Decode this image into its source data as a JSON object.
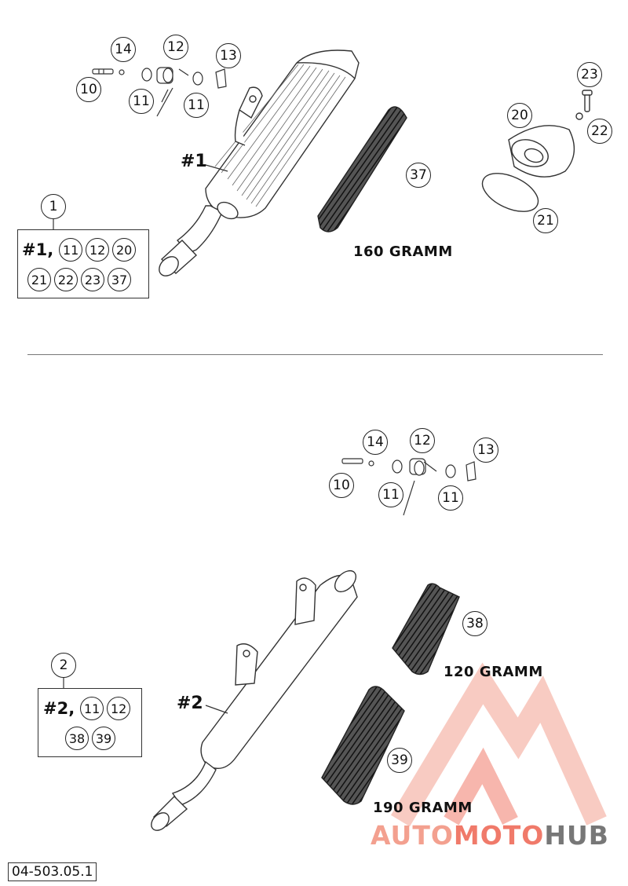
{
  "diagram": {
    "top_section": {
      "muffler_label": "#1",
      "packing_label": "160 GRAMM",
      "kit": {
        "number": "1",
        "row1_lead": "#1,",
        "row1_parts": [
          "11",
          "12",
          "20"
        ],
        "row2_parts": [
          "21",
          "22",
          "23",
          "37"
        ]
      },
      "callouts": [
        "14",
        "12",
        "13",
        "10",
        "11",
        "11",
        "23",
        "20",
        "22",
        "37",
        "21"
      ]
    },
    "bottom_section": {
      "muffler_label": "#2",
      "packing_label_1": "120 GRAMM",
      "packing_label_2": "190 GRAMM",
      "kit": {
        "number": "2",
        "row1_lead": "#2,",
        "row1_parts": [
          "11",
          "12"
        ],
        "row2_parts": [
          "38",
          "39"
        ]
      },
      "callouts": [
        "14",
        "12",
        "13",
        "10",
        "11",
        "11",
        "38",
        "39"
      ]
    },
    "diagram_code": "04-503.05.1",
    "watermark": {
      "part1": "AUTO",
      "part2": "MOTO",
      "part3": "HUB",
      "colors": [
        "#f3a08f",
        "#f07a6a",
        "#777777"
      ]
    }
  }
}
